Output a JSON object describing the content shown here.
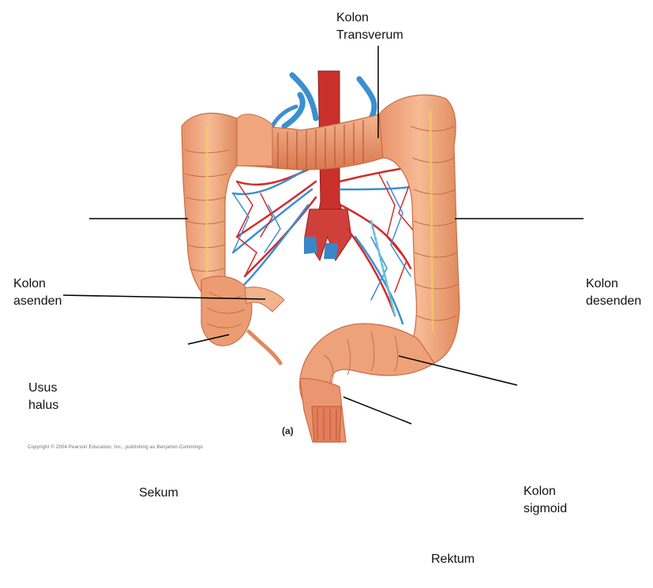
{
  "figure": {
    "letter": "(a)",
    "copyright": "Copyright © 2004 Pearson Education, Inc., publishing as Benjamin Cummings"
  },
  "labels": {
    "kolon_transverum": "Kolon\nTransverum",
    "kolon_asenden": "Kolon\nasenden",
    "kolon_desenden": "Kolon\ndesenden",
    "usus_halus": "Usus\nhalus",
    "sekum": "Sekum",
    "kolon_sigmoid": "Kolon\nsigmoid",
    "rektum": "Rektum"
  },
  "colors": {
    "colon_fill": "#f0a77e",
    "colon_shade": "#e08a5e",
    "artery": "#d42a2a",
    "vein": "#3b8fd0",
    "leader_line": "#000000"
  }
}
